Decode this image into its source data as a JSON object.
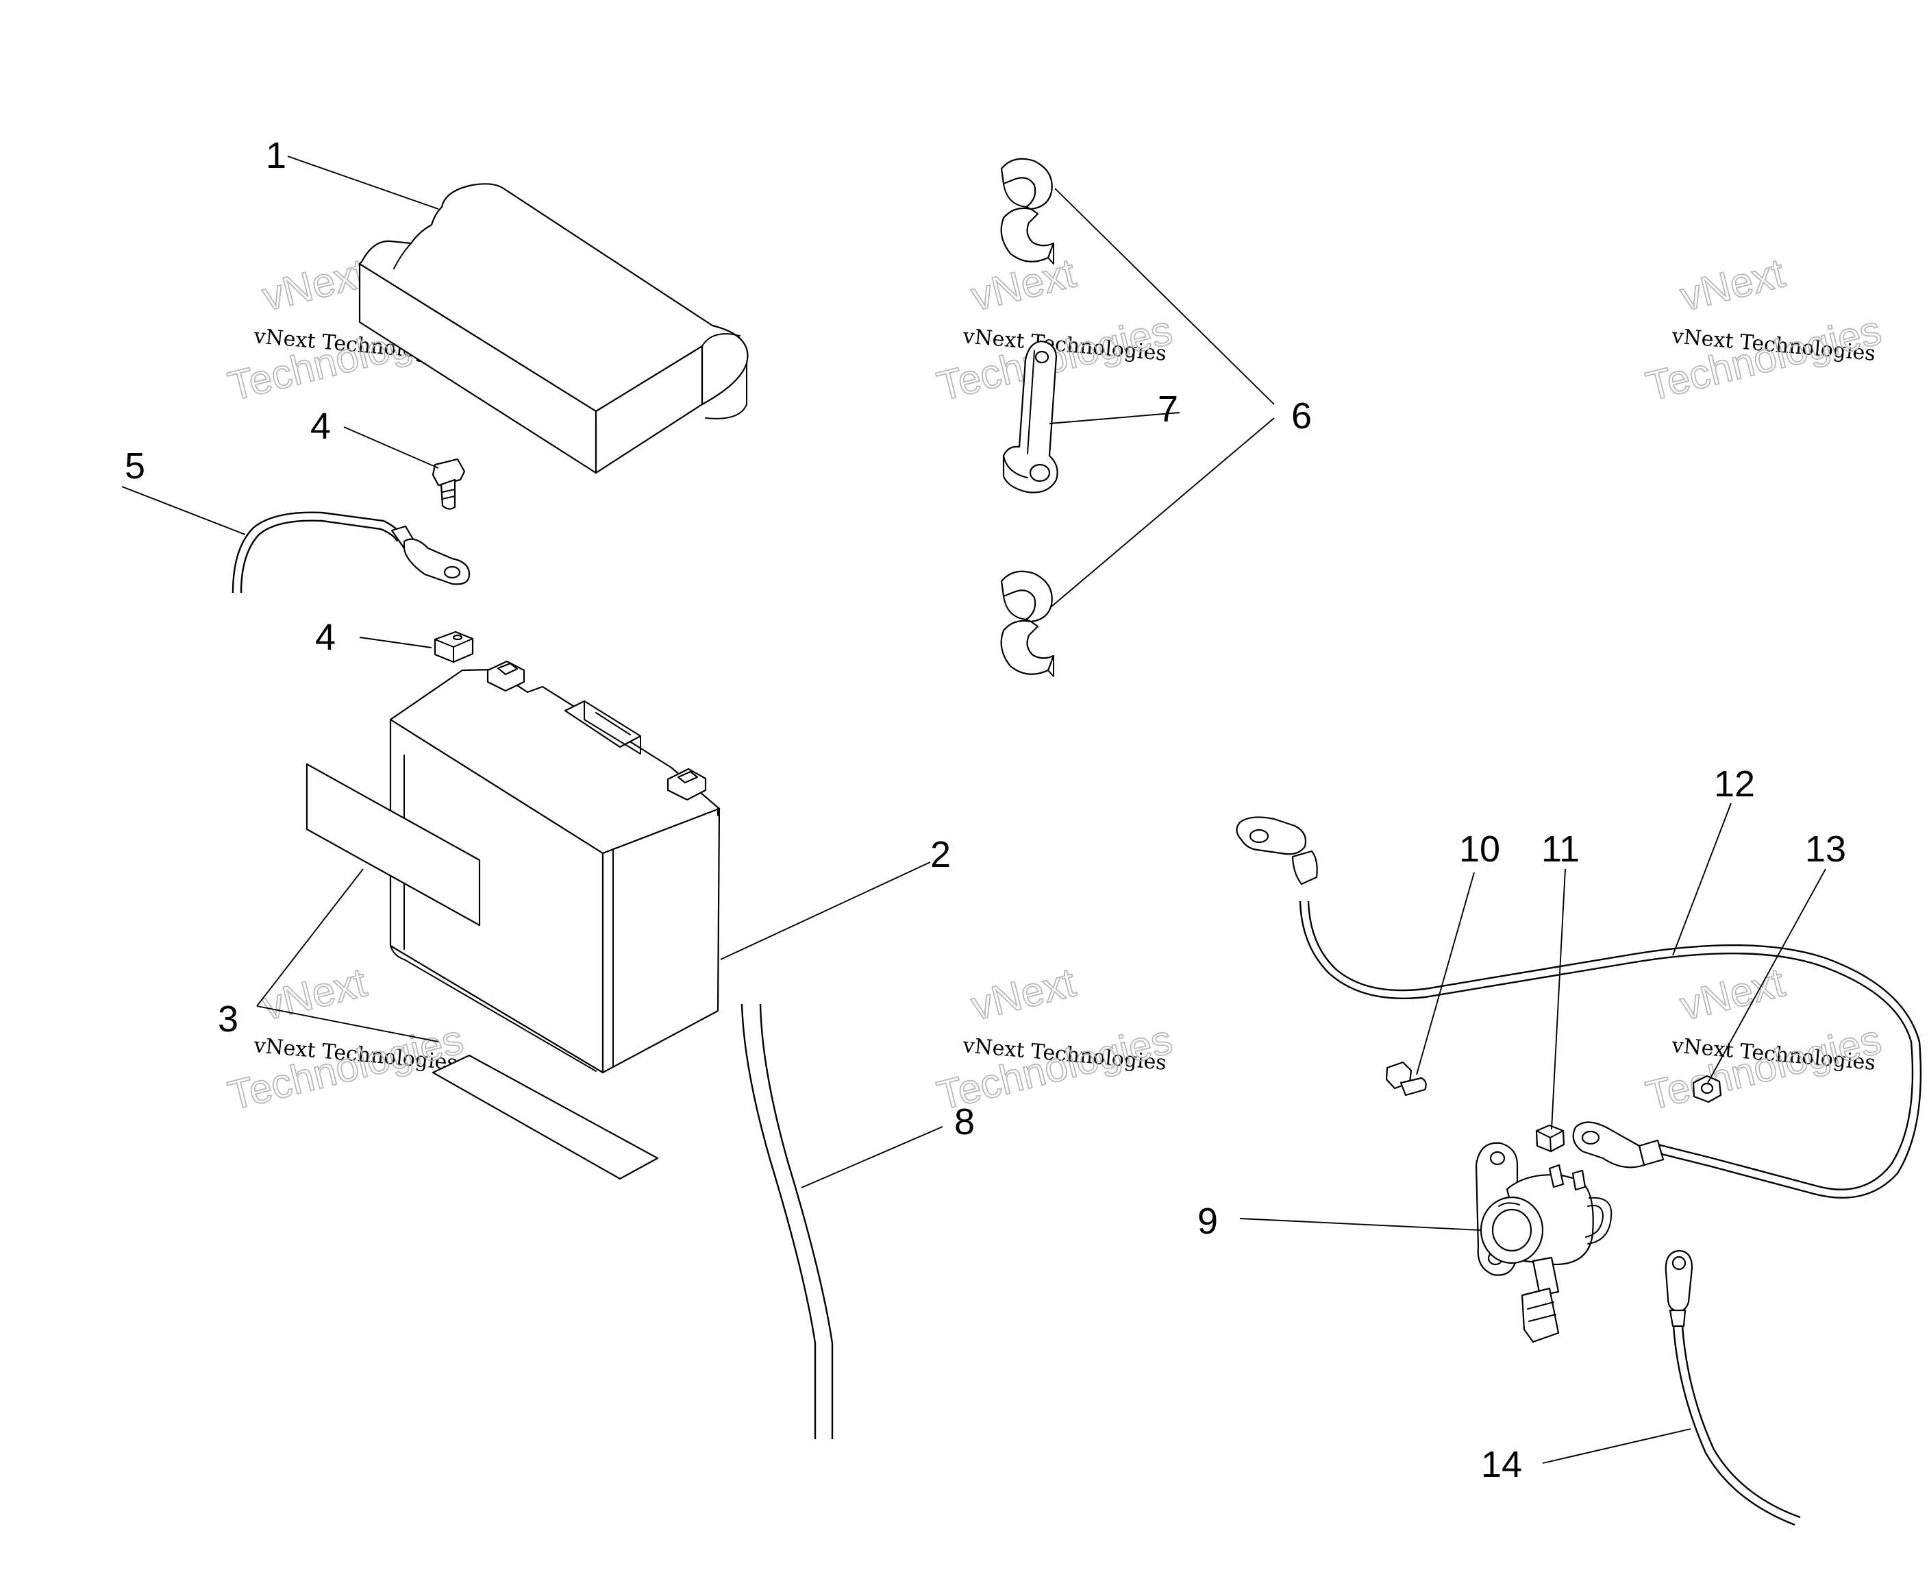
{
  "callouts": [
    "1",
    "2",
    "3",
    "4",
    "4",
    "5",
    "6",
    "7",
    "8",
    "9",
    "10",
    "11",
    "12",
    "13",
    "14"
  ],
  "watermark": {
    "line_top": "vNext",
    "line_main": "vNext Technologies",
    "line_bottom": "Technologies"
  },
  "colors": {
    "line": "#000000",
    "paper": "#ffffff",
    "watermark": "#b8b8b8"
  }
}
